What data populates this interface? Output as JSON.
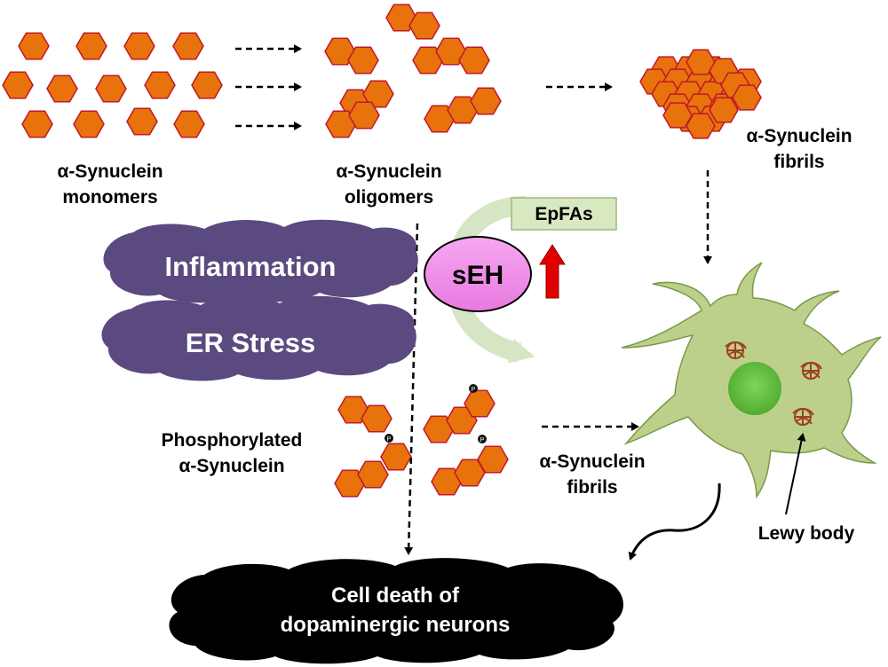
{
  "labels": {
    "monomers": [
      "α-Synuclein",
      "monomers"
    ],
    "oligomers": [
      "α-Synuclein",
      "oligomers"
    ],
    "fibrils_top": [
      "α-Synuclein",
      "fibrils"
    ],
    "fibrils_mid": [
      "α-Synuclein",
      "fibrils"
    ],
    "phosphorylated": [
      "Phosphorylated",
      "α-Synuclein"
    ],
    "epfas": "EpFAs",
    "seh": "sEH",
    "inflammation": "Inflammation",
    "er_stress": "ER Stress",
    "lewy_body": "Lewy body",
    "cell_death": [
      "Cell death of",
      "dopaminergic neurons"
    ],
    "phospho_marker": "P"
  },
  "colors": {
    "hexagon_fill": "#e8720c",
    "hexagon_stroke": "#c0182a",
    "cloud_purple": "#5b4a80",
    "cloud_black": "#000000",
    "seh_fill": "#f08ee8",
    "epfas_box": "#d8e8c0",
    "neuron_fill": "#bcd08c",
    "nucleus_fill": "#6cc048",
    "up_arrow": "#e00000",
    "lewy_body": "#a0401a"
  },
  "icons": [
    "hexagon-icon",
    "phosphate-icon",
    "up-arrow-icon",
    "cloud-icon",
    "neuron-icon"
  ]
}
